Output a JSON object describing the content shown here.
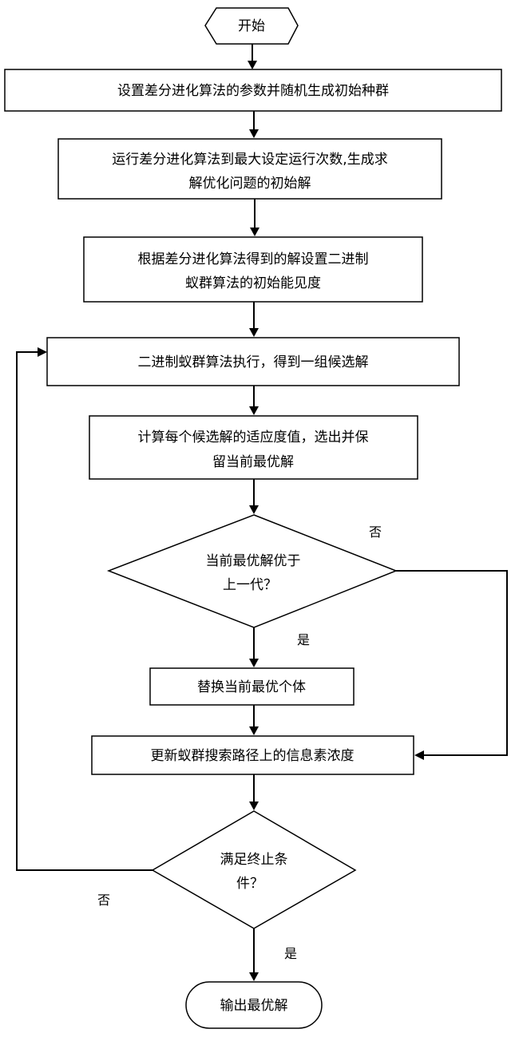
{
  "flowchart": {
    "start": {
      "label": "开始"
    },
    "step1": {
      "label": "设置差分进化算法的参数并随机生成初始种群"
    },
    "step2": {
      "line1": "运行差分进化算法到最大设定运行次数,生成求",
      "line2": "解优化问题的初始解"
    },
    "step3": {
      "line1": "根据差分进化算法得到的解设置二进制",
      "line2": "蚁群算法的初始能见度"
    },
    "step4": {
      "label": "二进制蚁群算法执行，得到一组候选解"
    },
    "step5": {
      "line1": "计算每个候选解的适应度值，选出并保",
      "line2": "留当前最优解"
    },
    "decision1": {
      "line1": "当前最优解优于",
      "line2": "上一代？",
      "no_label": "否",
      "yes_label": "是"
    },
    "step6": {
      "label": "替换当前最优个体"
    },
    "step7": {
      "label": "更新蚁群搜索路径上的信息素浓度"
    },
    "decision2": {
      "line1": "满足终止条",
      "line2": "件？",
      "no_label": "否",
      "yes_label": "是"
    },
    "end": {
      "label": "输出最优解"
    }
  }
}
